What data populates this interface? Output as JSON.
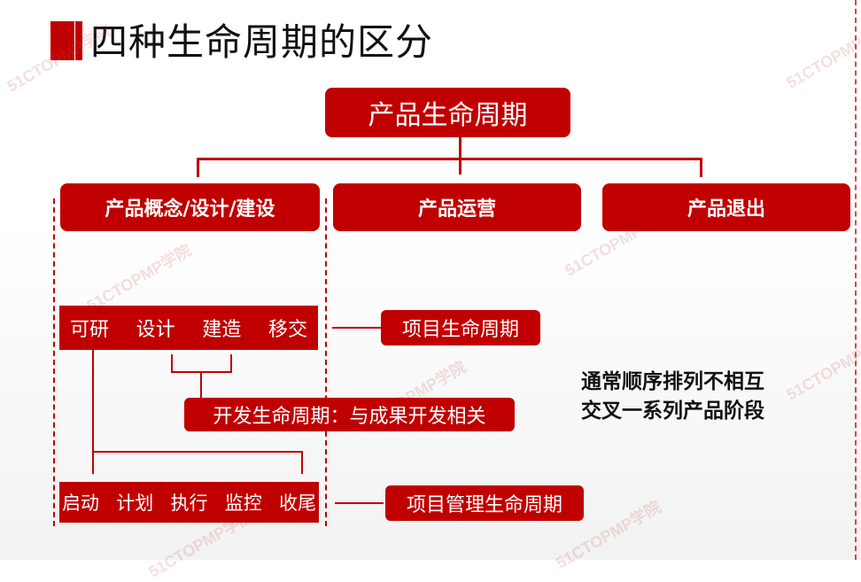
{
  "title": "四种生命周期的区分",
  "root": "产品生命周期",
  "phases": [
    "产品概念/设计/建设",
    "产品运营",
    "产品退出"
  ],
  "project_phases": [
    "可研",
    "设计",
    "建造",
    "移交"
  ],
  "project_label": "项目生命周期",
  "dev_label": "开发生命周期：与成果开发相关",
  "pm_phases": [
    "启动",
    "计划",
    "执行",
    "监控",
    "收尾"
  ],
  "pm_label": "项目管理生命周期",
  "note_line1": "通常顺序排列不相互",
  "note_line2": "交叉一系列产品阶段",
  "watermark": "51CTOPMP学院",
  "colors": {
    "accent": "#c00000",
    "text": "#111111"
  }
}
